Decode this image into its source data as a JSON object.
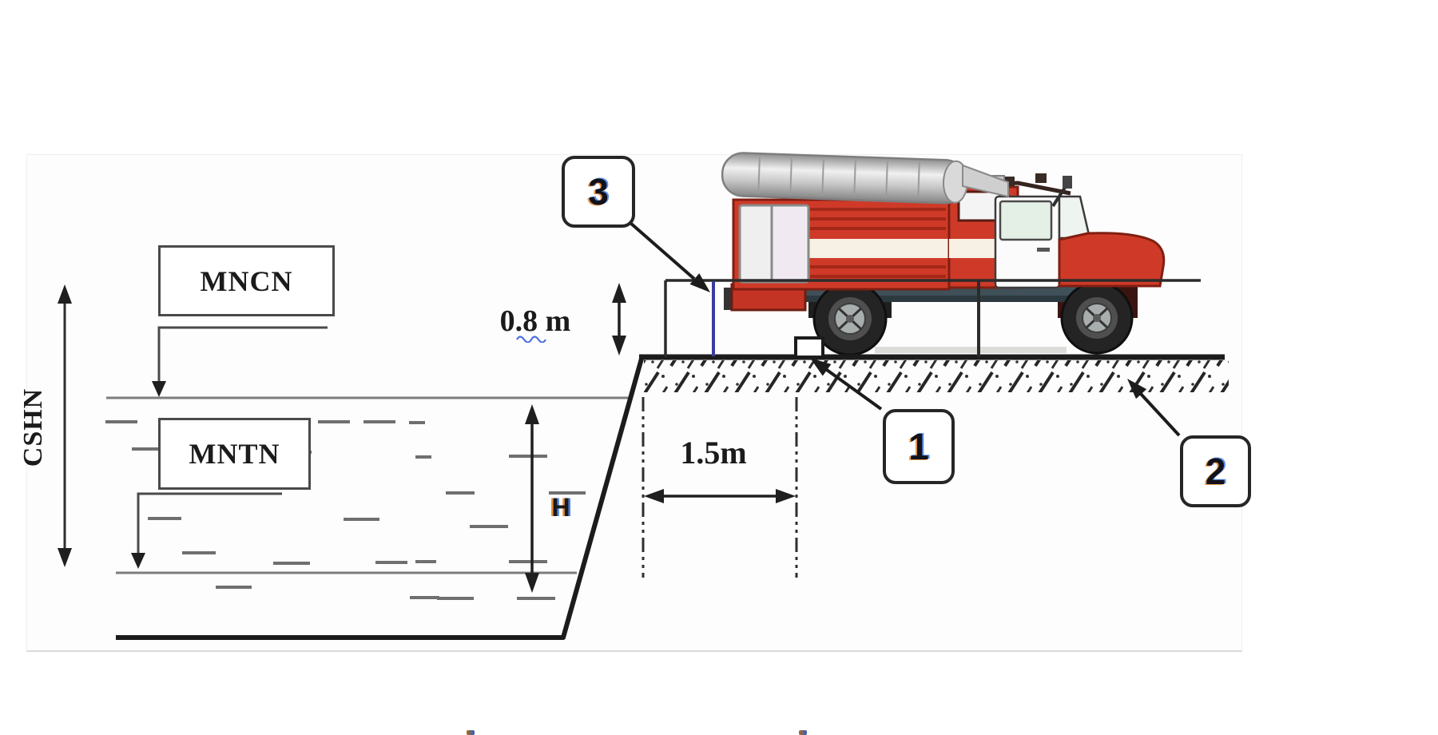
{
  "diagram": {
    "labels": {
      "upper_water_level": "MNCN",
      "lower_water_level": "MNTN",
      "level_range": "CSHN",
      "water_depth": "H",
      "platform_height": "0.8 m",
      "bank_offset": "1.5m"
    },
    "callouts": {
      "suction_pipe": "3",
      "wheel_chock": "1",
      "ground_area": "2"
    },
    "colors": {
      "truck_red": "#cf3a28",
      "diagram_line": "#2b2b2b",
      "water_line": "#7d7d7d",
      "suction_pipe_blue": "#3c3c9e",
      "spellcheck_squiggle": "#4b6fe0"
    }
  }
}
